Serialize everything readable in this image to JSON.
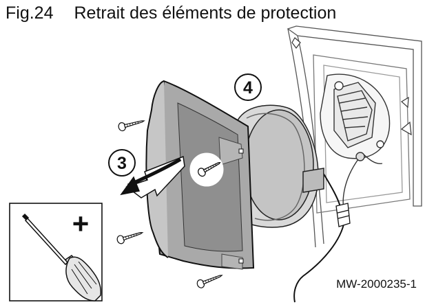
{
  "figure": {
    "number": "Fig.24",
    "title": "Retrait des éléments de protection",
    "reference": "MW-2000235-1"
  },
  "callouts": [
    {
      "id": "step-3",
      "label": "3"
    },
    {
      "id": "step-4",
      "label": "4"
    }
  ],
  "tool_inset": {
    "symbol": "+",
    "tool_icon": "phillips-screwdriver-icon"
  },
  "arrow_icon": "removal-direction-arrow-icon"
}
